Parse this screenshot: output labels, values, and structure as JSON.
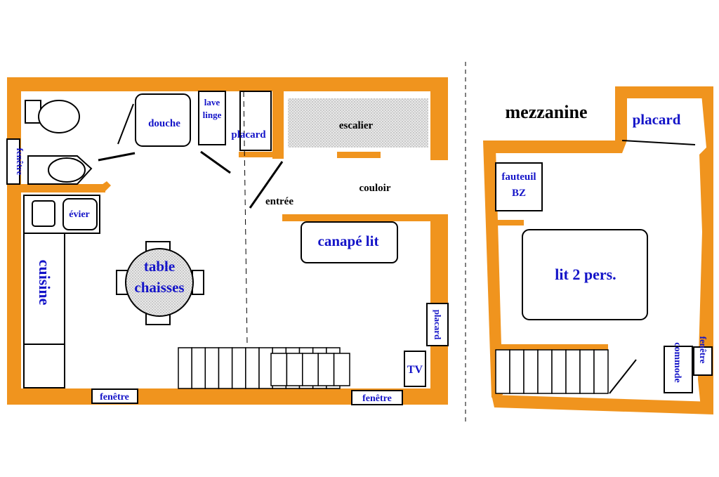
{
  "ground_floor": {
    "labels": {
      "douche": "douche",
      "lave_line1": "lave",
      "lave_line2": "linge",
      "placard_top": "placard",
      "escalier": "escalier",
      "fenetre_left": "fenêtre",
      "evier": "évier",
      "entree": "entrée",
      "couloir": "couloir",
      "canape_lit": "canapé lit",
      "table_line1": "table",
      "table_line2": "chaisses",
      "cuisine": "cuisine",
      "placard_right": "placard",
      "tv": "TV",
      "fenetre_bottom_left": "fenêtre",
      "fenetre_bottom_right": "fenêtre"
    }
  },
  "mezzanine": {
    "labels": {
      "title": "mezzanine",
      "placard": "placard",
      "fauteuil_line1": "fauteuil",
      "fauteuil_line2": "BZ",
      "lit": "lit 2 pers.",
      "commode": "commode",
      "fenetre": "fenêtre"
    }
  },
  "colors": {
    "wall": "#f0941e",
    "label_blue": "#1414c8",
    "label_black": "#000000"
  }
}
